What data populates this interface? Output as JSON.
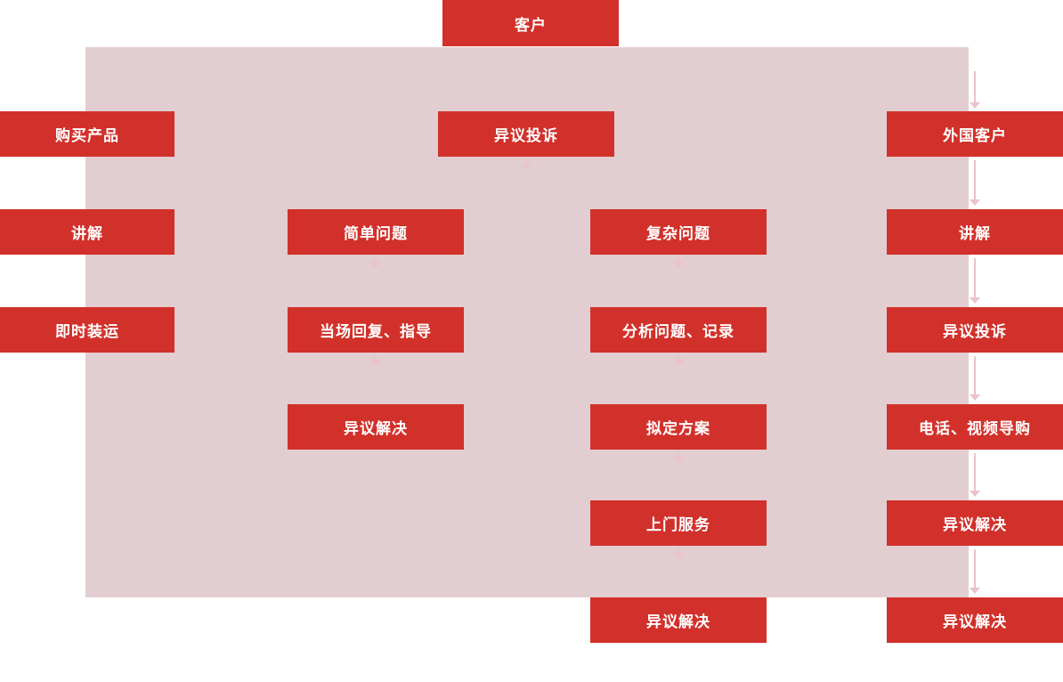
{
  "colors": {
    "box_red": "#d2312b",
    "panel_pink": "#e2cdd1",
    "arrow_pink": "#eac3c7",
    "text_white": "#ffffff"
  },
  "nodes": {
    "customer": "客户",
    "purchase_flow": [
      "购买产品",
      "讲解",
      "即时装运"
    ],
    "complaint": "异议投诉",
    "simple_flow": [
      "简单问题",
      "当场回复、指导",
      "异议解决"
    ],
    "complex_flow": [
      "复杂问题",
      "分析问题、记录",
      "拟定方案",
      "上门服务",
      "异议解决"
    ],
    "foreign_flow": [
      "外国客户",
      "讲解",
      "异议投诉",
      "电话、视频导购",
      "异议解决",
      "异议解决"
    ]
  }
}
